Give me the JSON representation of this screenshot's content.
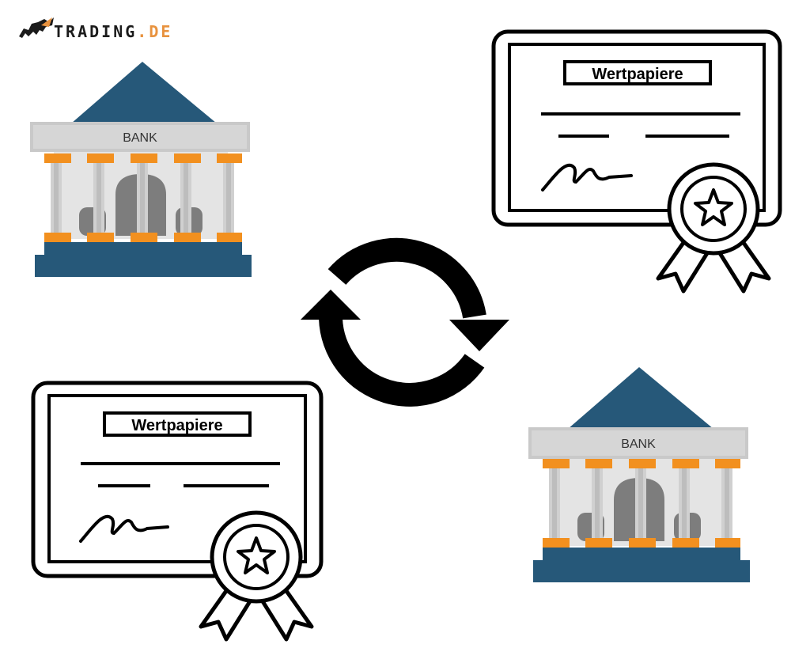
{
  "logo": {
    "prefix": "TRADING",
    "suffix": ".DE"
  },
  "banks": [
    {
      "label": "BANK"
    },
    {
      "label": "BANK"
    }
  ],
  "certificates": [
    {
      "title": "Wertpapiere"
    },
    {
      "title": "Wertpapiere"
    }
  ],
  "colors": {
    "bank_roof": "#265879",
    "bank_base": "#265879",
    "bank_frieze": "#c9c9c9",
    "bank_column_caps": "#f2901f",
    "bank_columns": "#e4e4e4",
    "bank_doors": "#7d7d7d",
    "certificate_outline": "#000000",
    "logo_accent": "#e8923e"
  },
  "icons": {
    "logo": "bull-icon",
    "exchange": "cycle-arrows-icon",
    "certificate_seal": "star-ribbon-icon"
  }
}
